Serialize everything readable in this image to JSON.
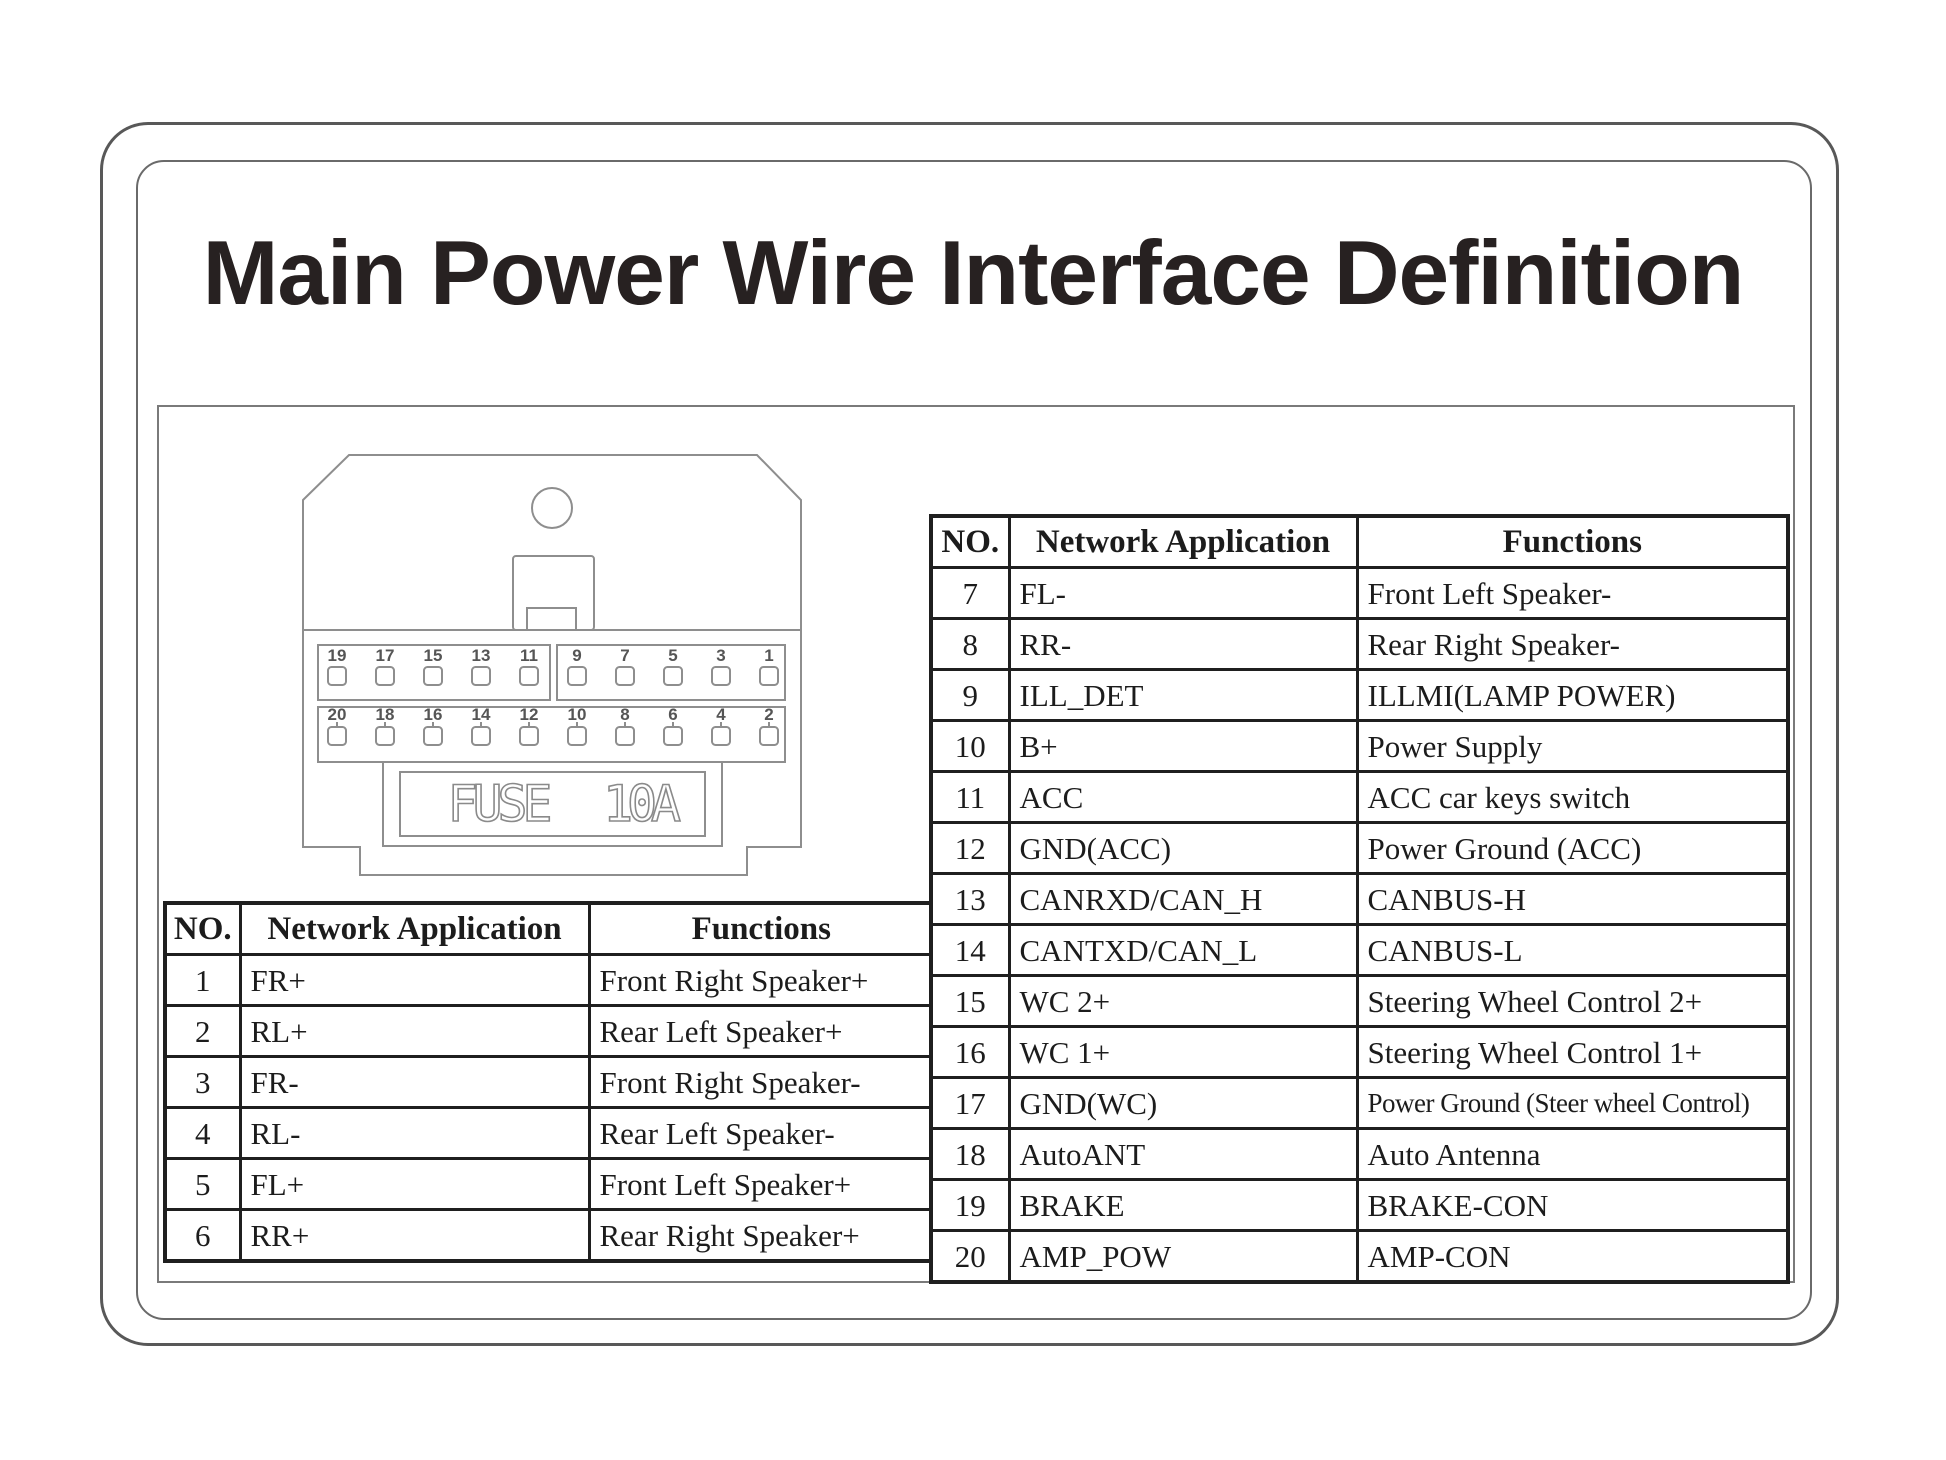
{
  "page": {
    "title": "Main Power Wire Interface Definition"
  },
  "connector_diagram": {
    "fuse_text": "FUSE",
    "fuse_rating": "10A",
    "pin_rows": {
      "top": [
        "19",
        "17",
        "15",
        "13",
        "11",
        "9",
        "7",
        "5",
        "3",
        "1"
      ],
      "bottom": [
        "20",
        "18",
        "16",
        "14",
        "12",
        "10",
        "8",
        "6",
        "4",
        "2"
      ]
    }
  },
  "pin_table_left": {
    "headers": [
      "NO.",
      "Network Application",
      "Functions"
    ],
    "rows": [
      [
        "1",
        "FR+",
        "Front Right Speaker+"
      ],
      [
        "2",
        "RL+",
        "Rear Left Speaker+"
      ],
      [
        "3",
        "FR-",
        "Front Right Speaker-"
      ],
      [
        "4",
        "RL-",
        "Rear Left Speaker-"
      ],
      [
        "5",
        "FL+",
        "Front Left Speaker+"
      ],
      [
        "6",
        "RR+",
        "Rear Right Speaker+"
      ]
    ]
  },
  "pin_table_right": {
    "headers": [
      "NO.",
      "Network Application",
      "Functions"
    ],
    "rows": [
      [
        "7",
        "FL-",
        "Front Left Speaker-"
      ],
      [
        "8",
        "RR-",
        "Rear Right Speaker-"
      ],
      [
        "9",
        "ILL_DET",
        "ILLMI(LAMP POWER)"
      ],
      [
        "10",
        "B+",
        "Power Supply"
      ],
      [
        "11",
        "ACC",
        "ACC car keys switch"
      ],
      [
        "12",
        "GND(ACC)",
        "Power Ground (ACC)"
      ],
      [
        "13",
        "CANRXD/CAN_H",
        "CANBUS-H"
      ],
      [
        "14",
        "CANTXD/CAN_L",
        "CANBUS-L"
      ],
      [
        "15",
        "WC 2+",
        "Steering Wheel Control 2+"
      ],
      [
        "16",
        "WC 1+",
        "Steering Wheel Control 1+"
      ],
      [
        "17",
        "GND(WC)",
        "Power Ground (Steer wheel Control)"
      ],
      [
        "18",
        "AutoANT",
        "Auto Antenna"
      ],
      [
        "19",
        "BRAKE",
        "BRAKE-CON"
      ],
      [
        "20",
        "AMP_POW",
        "AMP-CON"
      ]
    ]
  },
  "colors": {
    "title_text": "#272121",
    "table_border": "#1f1f1f",
    "table_text": "#1c1c1c",
    "diagram_line": "#8e8e8e",
    "pin_label_text": "#555555",
    "fuse_text": "#8a8a8a"
  }
}
